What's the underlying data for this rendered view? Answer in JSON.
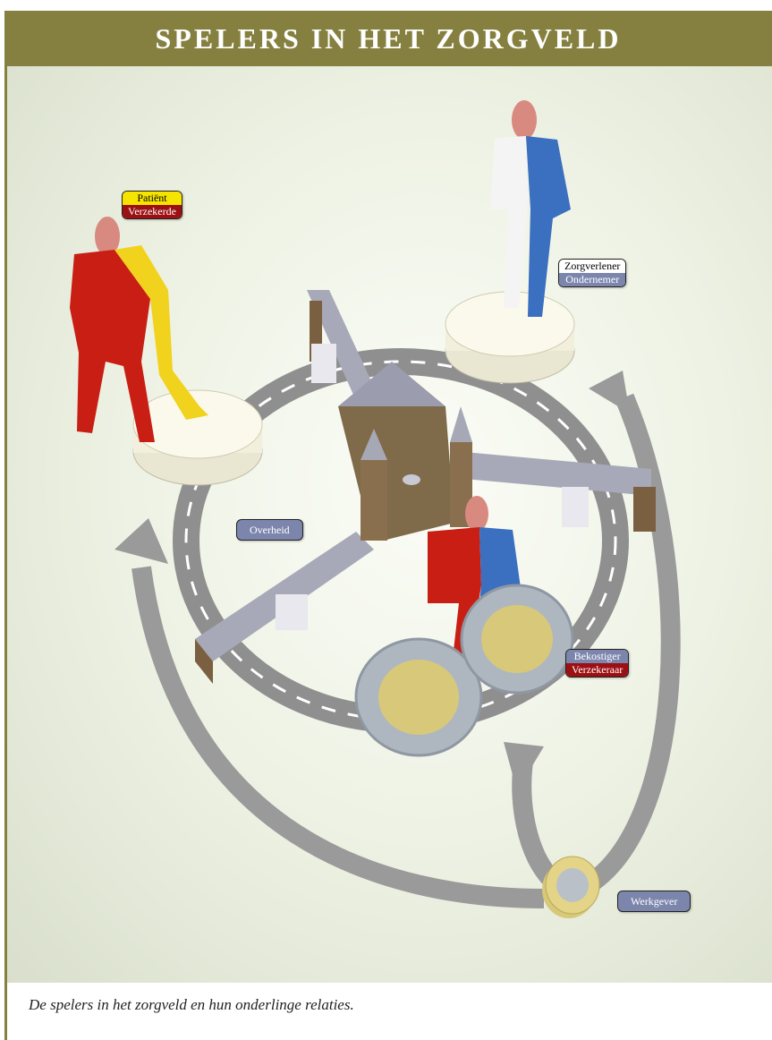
{
  "header": {
    "title": "SPELERS IN HET ZORGVELD"
  },
  "labels": {
    "patient": {
      "top": "Patiënt",
      "bottom": "Verzekerde"
    },
    "zorgverlener": {
      "top": "Zorgverlener",
      "bottom": "Ondernemer"
    },
    "overheid": "Overheid",
    "bekostiger": {
      "top": "Bekostiger",
      "bottom": "Verzekeraar"
    },
    "werkgever": "Werkgever"
  },
  "caption": "De spelers in het zorgveld en hun onderlinge relaties.",
  "colors": {
    "header_bar": "#85803f",
    "tag_yellow": "#f5e400",
    "tag_red": "#9c0f12",
    "tag_blue": "#7c86ad",
    "tag_white": "#ffffff"
  }
}
